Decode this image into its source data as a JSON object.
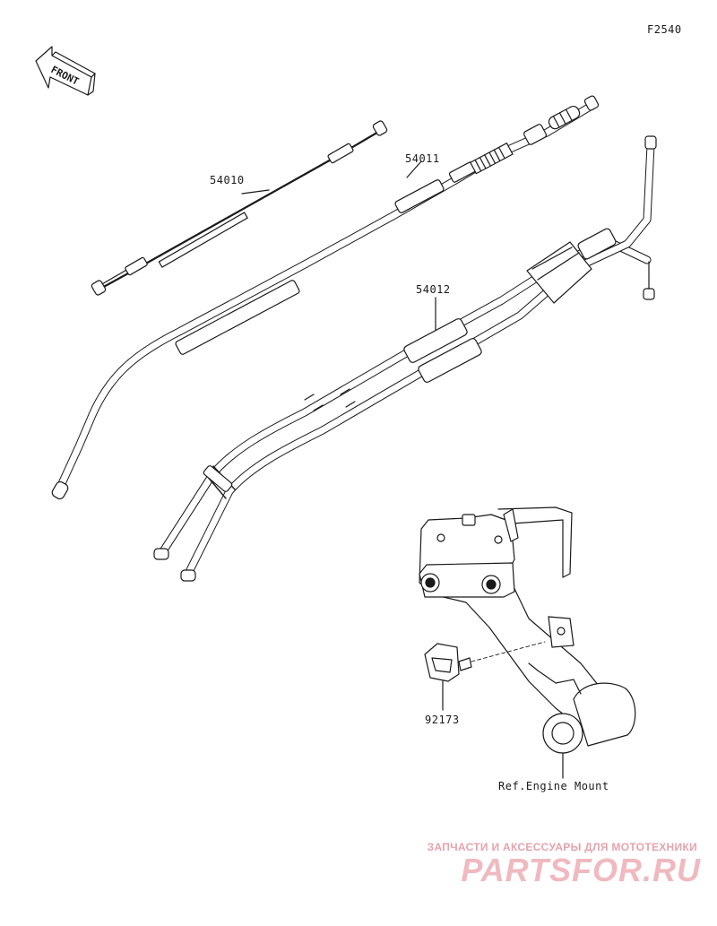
{
  "figure_code": "F2540",
  "front_marker": "FRONT",
  "parts": [
    {
      "id": "throttle-cable-a",
      "number": "54010"
    },
    {
      "id": "choke-cable",
      "number": "54011"
    },
    {
      "id": "throttle-cable-pair",
      "number": "54012"
    },
    {
      "id": "clamp",
      "number": "92173"
    }
  ],
  "reference_label": "Ref.Engine Mount",
  "watermark": {
    "tagline": "ЗАПЧАСТИ И АКСЕССУАРЫ ДЛЯ МОТОТЕХНИКИ",
    "logo": "PARTSFOR.RU"
  },
  "colors": {
    "line": "#1a1a1a",
    "watermark": "#f0b9c0"
  }
}
